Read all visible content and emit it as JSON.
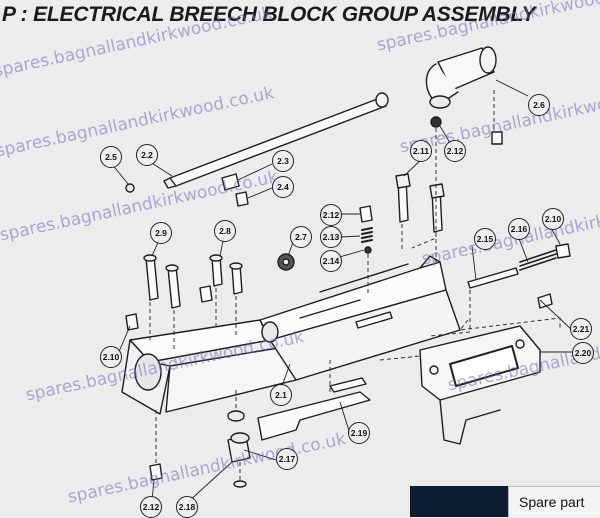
{
  "title": "P : ELECTRICAL BREECH BLOCK GROUP ASSEMBLY",
  "watermark": "spares.bagnallandkirkwood.co.uk",
  "parts": [
    {
      "label": "2.1"
    },
    {
      "label": "2.2"
    },
    {
      "label": "2.3"
    },
    {
      "label": "2.4"
    },
    {
      "label": "2.5"
    },
    {
      "label": "2.6"
    },
    {
      "label": "2.7"
    },
    {
      "label": "2.8"
    },
    {
      "label": "2.9"
    },
    {
      "label": "2.10"
    },
    {
      "label": "2.10"
    },
    {
      "label": "2.11"
    },
    {
      "label": "2.12"
    },
    {
      "label": "2.12"
    },
    {
      "label": "2.12"
    },
    {
      "label": "2.13"
    },
    {
      "label": "2.14"
    },
    {
      "label": "2.15"
    },
    {
      "label": "2.16"
    },
    {
      "label": "2.17"
    },
    {
      "label": "2.18"
    },
    {
      "label": "2.19"
    },
    {
      "label": "2.20"
    },
    {
      "label": "2.21"
    }
  ],
  "footer": {
    "spare_parts_label": "Spare part"
  },
  "colors": {
    "background": "#ececec",
    "ink": "#1a1a1a",
    "watermark": "#6e6ebe",
    "footer_panel": "#0f1d33"
  }
}
